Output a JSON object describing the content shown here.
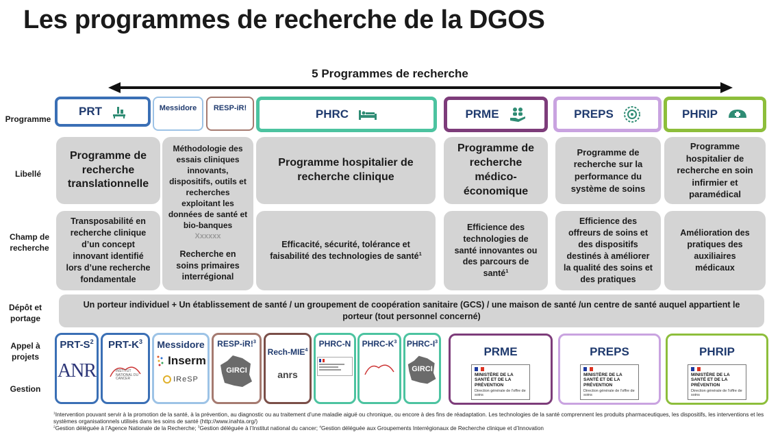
{
  "title": "Les programmes de recherche de la DGOS",
  "subtitle": "5 Programmes de recherche",
  "row_labels": {
    "programme": "Programme",
    "libelle": "Libellé",
    "champ": "Champ de recherche",
    "depot": "Dépôt et portage",
    "appel": "Appel à projets",
    "gestion": "Gestion"
  },
  "programmes": {
    "prt": "PRT",
    "messidore": "Messidore",
    "respir": "RESP-iR!",
    "phrc": "PHRC",
    "prme": "PRME",
    "preps": "PREPS",
    "phrip": "PHRIP"
  },
  "libelles": {
    "prt": "Programme de recherche translationnelle",
    "messidore": "Méthodologie des essais cliniques innovants, dispositifs, outils et recherches exploitant les données de santé et bio-banques",
    "messidore_ghost": "Xxxxxx",
    "phrc": "Programme hospitalier de recherche clinique",
    "prme": "Programme de recherche médico-économique",
    "preps": "Programme de recherche sur la performance du système de soins",
    "phrip": "Programme hospitalier de recherche en soin infirmier et paramédical"
  },
  "champs": {
    "prt": "Transposabilité en recherche clinique d’un concept innovant identifié lors d’une recherche fondamentale",
    "respir": "Recherche en soins primaires interrégional",
    "phrc": "Efficacité, sécurité, tolérance et faisabilité des technologies de santé",
    "prme": "Efficience des technologies de santé innovantes ou des parcours de santé",
    "preps": "Efficience des offreurs de soins et des dispositifs destinés à améliorer la qualité des soins et des pratiques",
    "phrip": "Amélioration des pratiques des auxiliaires médicaux"
  },
  "depot_text": "Un porteur individuel + Un établissement de santé / un groupement de coopération sanitaire (GCS) / une maison de santé /un centre de santé auquel appartient le porteur (tout personnel concerné)",
  "appels": {
    "prt_s": "PRT-S",
    "prt_k": "PRT-K",
    "messidore": "Messidore",
    "respir": "RESP-iR!",
    "rech_mie": "Rech-MIE",
    "phrc_n": "PHRC-N",
    "phrc_k": "PHRC-K",
    "phrc_i": "PHRC-I",
    "prme": "PRME",
    "preps": "PREPS",
    "phrip": "PHRIP"
  },
  "logos": {
    "anr": "ANR",
    "inca": "INSTITUT NATIONAL DU CANCER",
    "inserm": "Inserm",
    "iresp": "IReSP",
    "girci": "GIRCI",
    "anrs": "anrs",
    "ministere": "MINISTÈRE DE LA SANTÉ ET DE LA PRÉVENTION",
    "direction": "Direction générale de l'offre de soins"
  },
  "footnotes": {
    "f1": "Intervention pouvant servir à la promotion de la santé, à la prévention, au diagnostic ou au traitement d’une maladie aiguë ou chronique, ou encore à des fins de réadaptation. Les technologies de la santé comprennent les produits pharmaceutiques, les dispositifs, les interventions et les systèmes organisationnels utilisés dans les soins de santé (http://www.inahta.org/)",
    "f2": "Gestion déléguée à l’Agence Nationale de la Recherche; ",
    "f3": "Gestion déléguée à l’Institut national du cancer; ",
    "f4": "Gestion déléguée aux Groupements Interrégionaux de Recherche clinique et d’Innovation"
  },
  "colors": {
    "prt": "#3a6fb5",
    "messidore": "#9dc3e6",
    "respir": "#a57a70",
    "phrc": "#4cc3a0",
    "prme": "#7d3c7a",
    "preps": "#c9a3e0",
    "phrip": "#8dbe3b"
  }
}
